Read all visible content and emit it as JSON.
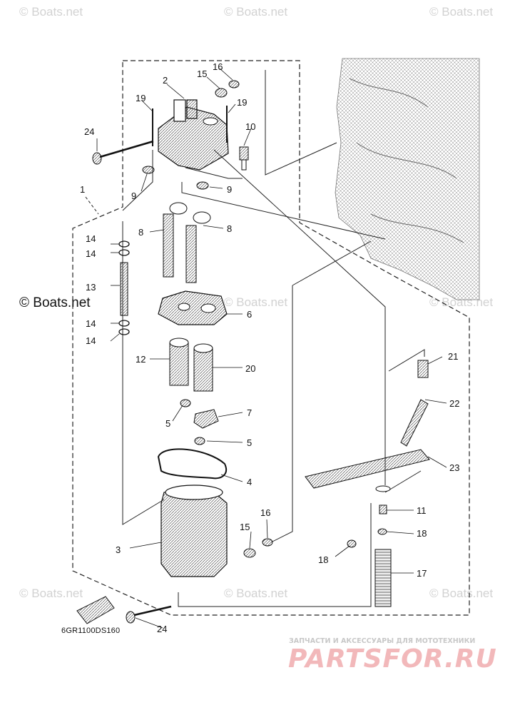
{
  "watermark": "© Boats.net",
  "copyright_main": "© Boats.net",
  "diagram_code": "6GR1100DS160",
  "brand": {
    "tagline": "ЗАПЧАСТИ И АКСЕССУАРЫ ДЛЯ МОТОТЕХНИКИ",
    "logo": "PARTSFOR.RU",
    "color": "#e8868a"
  },
  "callouts": {
    "c1": "1",
    "c2": "2",
    "c3": "3",
    "c4": "4",
    "c5a": "5",
    "c5b": "5",
    "c6": "6",
    "c7": "7",
    "c8a": "8",
    "c8b": "8",
    "c9a": "9",
    "c9b": "9",
    "c10": "10",
    "c11": "11",
    "c12": "12",
    "c13": "13",
    "c14a": "14",
    "c14b": "14",
    "c14c": "14",
    "c14d": "14",
    "c15a": "15",
    "c15b": "15",
    "c16a": "16",
    "c16b": "16",
    "c17": "17",
    "c18a": "18",
    "c18b": "18",
    "c19a": "19",
    "c19b": "19",
    "c20": "20",
    "c21": "21",
    "c22": "22",
    "c23": "23",
    "c24a": "24",
    "c24b": "24"
  }
}
